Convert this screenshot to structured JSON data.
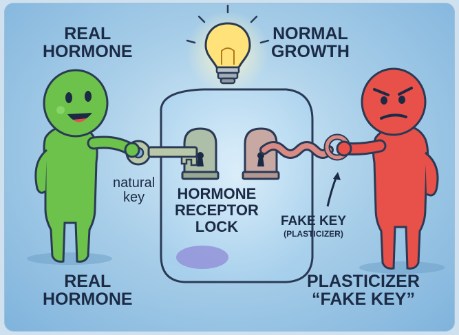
{
  "labels": {
    "top_left": [
      "REAL",
      "HORMONE"
    ],
    "top_right": [
      "NORMAL",
      "GROWTH"
    ],
    "bottom_left": [
      "REAL",
      "HORMONE"
    ],
    "bottom_right": [
      "PLASTICIZER",
      "“FAKE KEY”"
    ],
    "natural_key": [
      "natural",
      "key"
    ],
    "receptor": [
      "HORMONE",
      "RECEPTOR",
      "LOCK"
    ],
    "fake_key": "FAKE KEY",
    "fake_key_note": "(PLASTICIZER)"
  },
  "colors": {
    "real_hormone": "#6cc24a",
    "plasticizer": "#e8504a",
    "bulb": "#ffe27a",
    "cell": "#b9dcf3"
  },
  "icons": [
    "light-bulb-icon",
    "key-icon",
    "fake-key-icon",
    "lock-icon",
    "arrow-up-icon"
  ]
}
